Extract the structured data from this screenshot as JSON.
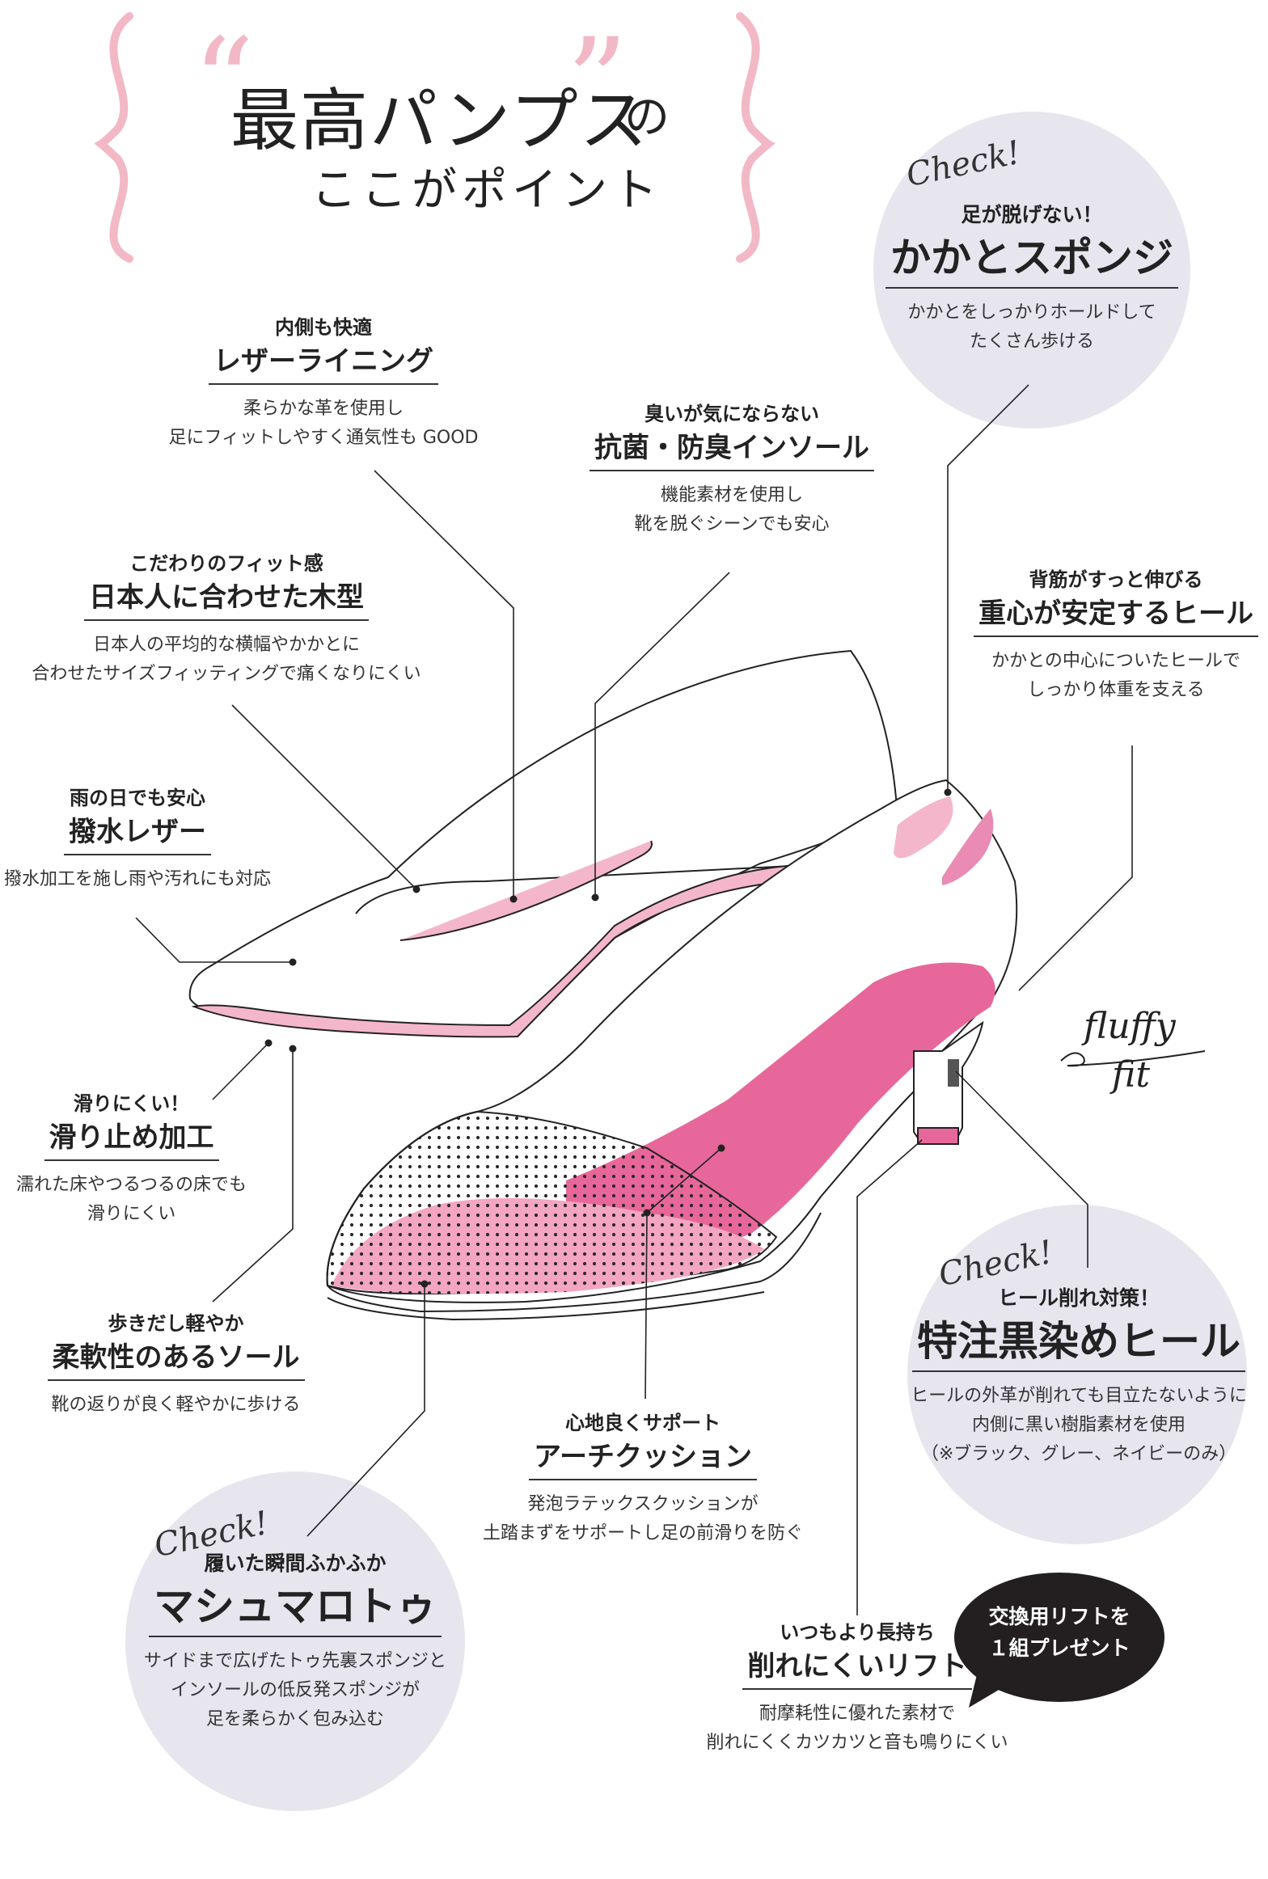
{
  "headline": {
    "quote_open": "“",
    "main": "最高パンプス",
    "quote_close": "”",
    "suffix": "の",
    "sub": "ここがポイント"
  },
  "check_label": "Check!",
  "brand": {
    "line1": "fluffy",
    "line2": "fit"
  },
  "bubble": {
    "line1": "交換用リフトを",
    "line2": "１組プレゼント"
  },
  "colors": {
    "pink": "#e8679a",
    "light_pink": "#f4b6cb",
    "circle": "#e7e6ef",
    "bracket": "#f2b8c6"
  },
  "features": {
    "heel_sponge": {
      "sub": "足が脱げない！",
      "title": "かかとスポンジ",
      "desc": "かかとをしっかりホールドして\nたくさん歩ける"
    },
    "leather_lining": {
      "sub": "内側も快適",
      "title": "レザーライニング",
      "desc": "柔らかな革を使用し\n足にフィットしやすく通気性も GOOD"
    },
    "insole": {
      "sub": "臭いが気にならない",
      "title": "抗菌・防臭インソール",
      "desc": "機能素材を使用し\n靴を脱ぐシーンでも安心"
    },
    "last": {
      "sub": "こだわりのフィット感",
      "title": "日本人に合わせた木型",
      "desc": "日本人の平均的な横幅やかかとに\n合わせたサイズフィッティングで痛くなりにくい"
    },
    "heel": {
      "sub": "背筋がすっと伸びる",
      "title": "重心が安定するヒール",
      "desc": "かかとの中心についたヒールで\nしっかり体重を支える"
    },
    "water_repellent": {
      "sub": "雨の日でも安心",
      "title": "撥水レザー",
      "desc": "撥水加工を施し雨や汚れにも対応"
    },
    "non_slip": {
      "sub": "滑りにくい！",
      "title": "滑り止め加工",
      "desc": "濡れた床やつるつるの床でも\n滑りにくい"
    },
    "flexible_sole": {
      "sub": "歩きだし軽やか",
      "title": "柔軟性のあるソール",
      "desc": "靴の返りが良く軽やかに歩ける"
    },
    "arch_cushion": {
      "sub": "心地良くサポート",
      "title": "アーチクッション",
      "desc": "発泡ラテックスクッションが\n土踏まずをサポートし足の前滑りを防ぐ"
    },
    "black_heel": {
      "sub": "ヒール削れ対策！",
      "title": "特注黒染めヒール",
      "desc": "ヒールの外革が削れても目立たないように\n内側に黒い樹脂素材を使用\n（※ブラック、グレー、ネイビーのみ）"
    },
    "marshmallow_toe": {
      "sub": "履いた瞬間ふかふか",
      "title": "マシュマロトゥ",
      "desc": "サイドまで広げたトゥ先裏スポンジと\nインソールの低反発スポンジが\n足を柔らかく包み込む"
    },
    "lift": {
      "sub": "いつもより長持ち",
      "title": "削れにくいリフト",
      "desc": "耐摩耗性に優れた素材で\n削れにくくカツカツと音も鳴りにくい"
    }
  }
}
